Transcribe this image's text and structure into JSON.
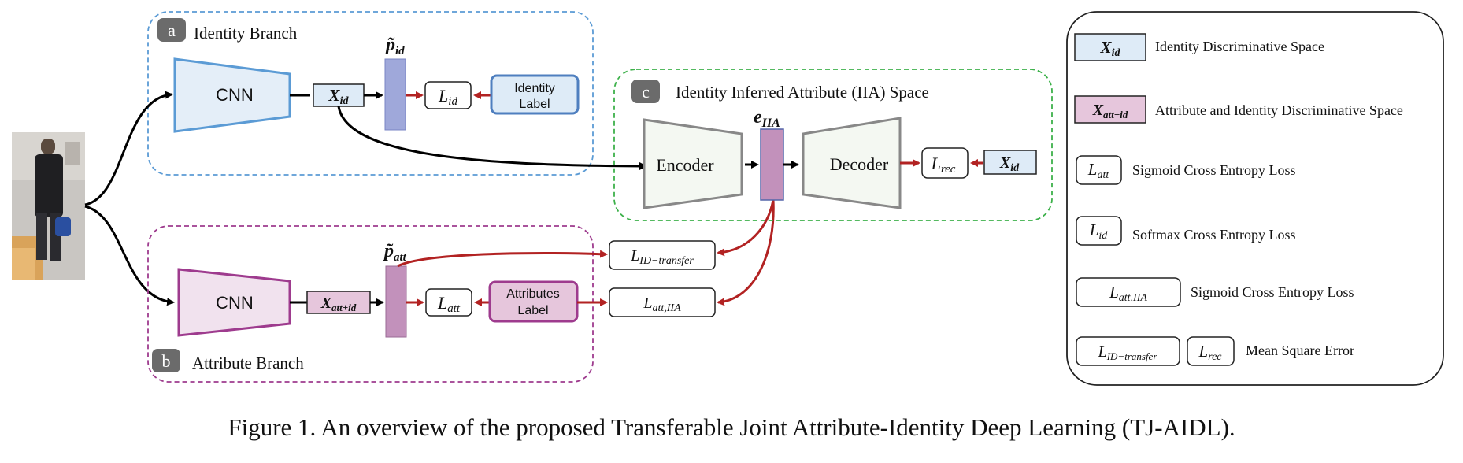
{
  "branches": {
    "identity": {
      "letter": "a",
      "title": "Identity Branch",
      "cnn_label": "CNN",
      "feature": "X",
      "feature_sub": "id",
      "prob": "p̃",
      "prob_sub": "id",
      "loss": "L",
      "loss_sub": "id",
      "label_line1": "Identity",
      "label_line2": "Label"
    },
    "attribute": {
      "letter": "b",
      "title": "Attribute Branch",
      "cnn_label": "CNN",
      "feature": "X",
      "feature_sub": "att+id",
      "prob": "p̃",
      "prob_sub": "att",
      "loss": "L",
      "loss_sub": "att",
      "label_line1": "Attributes",
      "label_line2": "Label",
      "transfer_loss": "L",
      "transfer_loss_sub": "ID−transfer",
      "iia_loss": "L",
      "iia_loss_sub": "att,IIA"
    },
    "iia": {
      "letter": "c",
      "title": "Identity Inferred Attribute (IIA) Space",
      "encoder": "Encoder",
      "decoder": "Decoder",
      "embedding": "e",
      "embedding_sub": "IIA",
      "rec_loss": "L",
      "rec_loss_sub": "rec",
      "target": "X",
      "target_sub": "id"
    }
  },
  "legend": [
    {
      "symbol": "X",
      "sub": "id",
      "text": "Identity Discriminative Space"
    },
    {
      "symbol": "X",
      "sub": "att+id",
      "text": "Attribute and Identity Discriminative Space"
    },
    {
      "symbol": "L",
      "sub": "att",
      "text": "Sigmoid Cross Entropy Loss"
    },
    {
      "symbol": "L",
      "sub": "id",
      "text": "Softmax Cross Entropy Loss"
    },
    {
      "symbol": "L",
      "sub": "att,IIA",
      "text": "Sigmoid Cross Entropy Loss"
    },
    {
      "symbol": "L",
      "sub": "ID−transfer",
      "symbol2": "L",
      "sub2": "rec",
      "text": "Mean Square Error"
    }
  ],
  "caption": "Figure 1. An overview of the proposed Transferable Joint Attribute-Identity Deep Learning (TJ-AIDL).",
  "colors": {
    "identity_blue": "#5b9bd5",
    "attribute_purple": "#9e3b8e",
    "iia_green": "#3db14a",
    "red_arrow": "#b22222",
    "id_fill": "#deebf7",
    "att_fill": "#e6c6dc",
    "prob_id_fill": "#9fa8da",
    "prob_att_fill": "#c291bb",
    "gray_badge": "#6b6b6b"
  }
}
